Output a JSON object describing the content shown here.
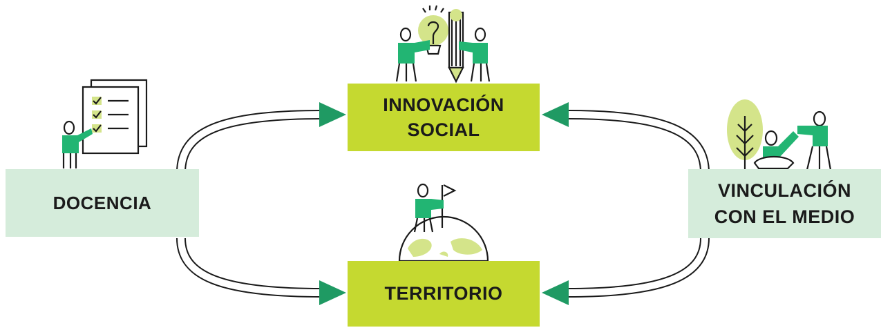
{
  "nodes": {
    "innovacion": {
      "line1": "INNOVACIÓN",
      "line2": "SOCIAL"
    },
    "territorio": {
      "label": "TERRITORIO"
    },
    "docencia": {
      "label": "DOCENCIA"
    },
    "vinculacion": {
      "line1": "VINCULACIÓN",
      "line2": "CON EL MEDIO"
    }
  },
  "colors": {
    "lime": "#c5d930",
    "pale_green": "#d5ecdb",
    "green": "#22b573",
    "arrow": "#1f9a63",
    "outline": "#1a1a1a",
    "light_lime": "#d4e48a"
  },
  "icons": {
    "docencia": "teacher-checklist-icon",
    "innovacion": "people-lightbulb-pencil-icon",
    "territorio": "person-flag-globe-icon",
    "vinculacion": "people-nature-tree-icon"
  }
}
